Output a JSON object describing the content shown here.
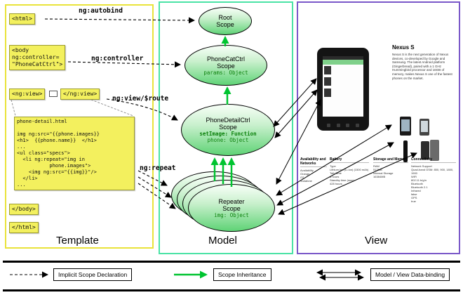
{
  "template": {
    "panel_label": "Template",
    "html_open": "<html>",
    "body_open": "<body\nng:controller=\n\"PhoneCatCtrl\">",
    "ng_view_open": "<ng:view>",
    "ng_view_close": "</ng:view>",
    "code_block": "phone-detail.html\n\nimg ng:src=\"{{phone.images}}\n<h1>  {{phone.name}}  </h1>\n...\n<ul class=\"specs\">\n  <li ng:repeat=\"img in\n           phone.images\">\n    <img ng:src=\"{{img}}\"/>\n  </li>\n...",
    "body_close": "</body>",
    "html_close": "</html>",
    "labels": {
      "autobind": "ng:autobind",
      "controller": "ng:controller",
      "view_route": "ng:view/$route",
      "repeat": "ng:repeat"
    }
  },
  "model": {
    "panel_label": "Model",
    "root_scope": {
      "title": "Root\nScope"
    },
    "phonecat_scope": {
      "title": "PhoneCatCtrl\nScope",
      "prop": "params: Object"
    },
    "phonedetail_scope": {
      "title": "PhoneDetailCtrl\nScope",
      "prop_bold": "setImage: Function",
      "prop": "phone: Object"
    },
    "repeater_scope": {
      "title": "Repeater\nScope",
      "prop": "img: Object"
    }
  },
  "view": {
    "panel_label": "View",
    "product_title": "Nexus S",
    "description": "Nexus S is the next generation of Nexus devices, co-developed by Google and Samsung. The latest Android platform (Gingerbread), paired with a 1 GHz Hummingbird processor and 16GB of memory, makes Nexus S one of the fastest phones on the market.",
    "specs": [
      {
        "header": "Availability and Networks",
        "body": "Availability\nOrange,\nO2,\nVodafone"
      },
      {
        "header": "Battery",
        "body": "Type\nLithium Ion (Li-Ion) (1500 mAh)\nTalk Time\n6 hours\nStandby time (max)\n428 hours"
      },
      {
        "header": "Storage and Memory",
        "body": "RAM\n512MB\nInternal Storage\n16384MB"
      },
      {
        "header": "Connectivity",
        "body": "Network Support\nQuad-band GSM: 850, 900, 1800, 1900\nWiFi\n802.11 b/g/n\nBluetooth\nBluetooth 2.1\nInfrared\nfalse\nGPS\ntrue"
      }
    ]
  },
  "legend": {
    "implicit": "Implicit Scope Declaration",
    "inheritance": "Scope Inheritance",
    "databinding": "Model / View Data-binding"
  }
}
